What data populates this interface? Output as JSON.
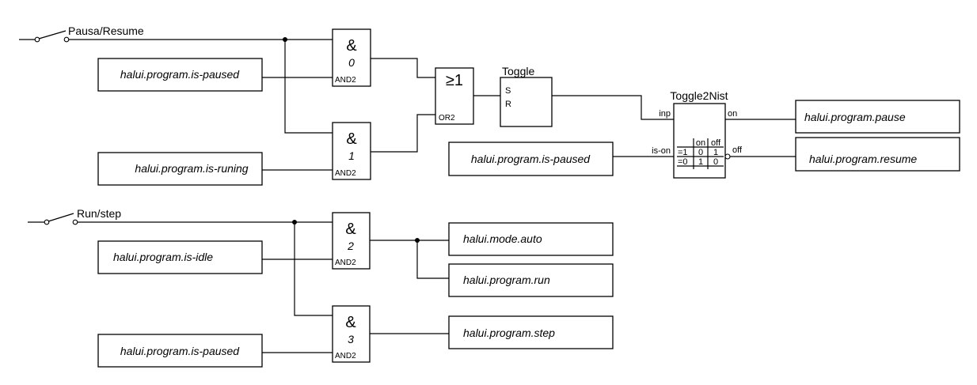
{
  "switches": [
    {
      "id": "sw-pausa",
      "label": "Pausa/Resume"
    },
    {
      "id": "sw-run",
      "label": "Run/step"
    }
  ],
  "signals": {
    "in_is_paused_top": "halui.program.is-paused",
    "in_is_runing": "halui.program.is-runing",
    "in_is_paused_mid": "halui.program.is-paused",
    "in_is_idle": "halui.program.is-idle",
    "in_is_paused_bottom": "halui.program.is-paused",
    "out_pause": "halui.program.pause",
    "out_resume": "halui.program.resume",
    "out_mode_auto": "halui.mode.auto",
    "out_run": "halui.program.run",
    "out_step": "halui.program.step"
  },
  "gates": [
    {
      "symbol": "&",
      "index": "0",
      "type": "AND2"
    },
    {
      "symbol": "&",
      "index": "1",
      "type": "AND2"
    },
    {
      "symbol": "&",
      "index": "2",
      "type": "AND2"
    },
    {
      "symbol": "&",
      "index": "3",
      "type": "AND2"
    }
  ],
  "or_gate": {
    "symbol": "≥1",
    "type": "OR2"
  },
  "toggle": {
    "title": "Toggle",
    "pin_s": "S",
    "pin_r": "R"
  },
  "toggle2nist": {
    "title": "Toggle2Nist",
    "pin_inp": "inp",
    "pin_is_on": "is-on",
    "pin_on": "on",
    "pin_off": "off",
    "truth_table": {
      "headers": [
        "on",
        "off"
      ],
      "rows": [
        {
          "cond": "=1",
          "on": "0",
          "off": "1"
        },
        {
          "cond": "=0",
          "on": "1",
          "off": "0"
        }
      ]
    }
  }
}
